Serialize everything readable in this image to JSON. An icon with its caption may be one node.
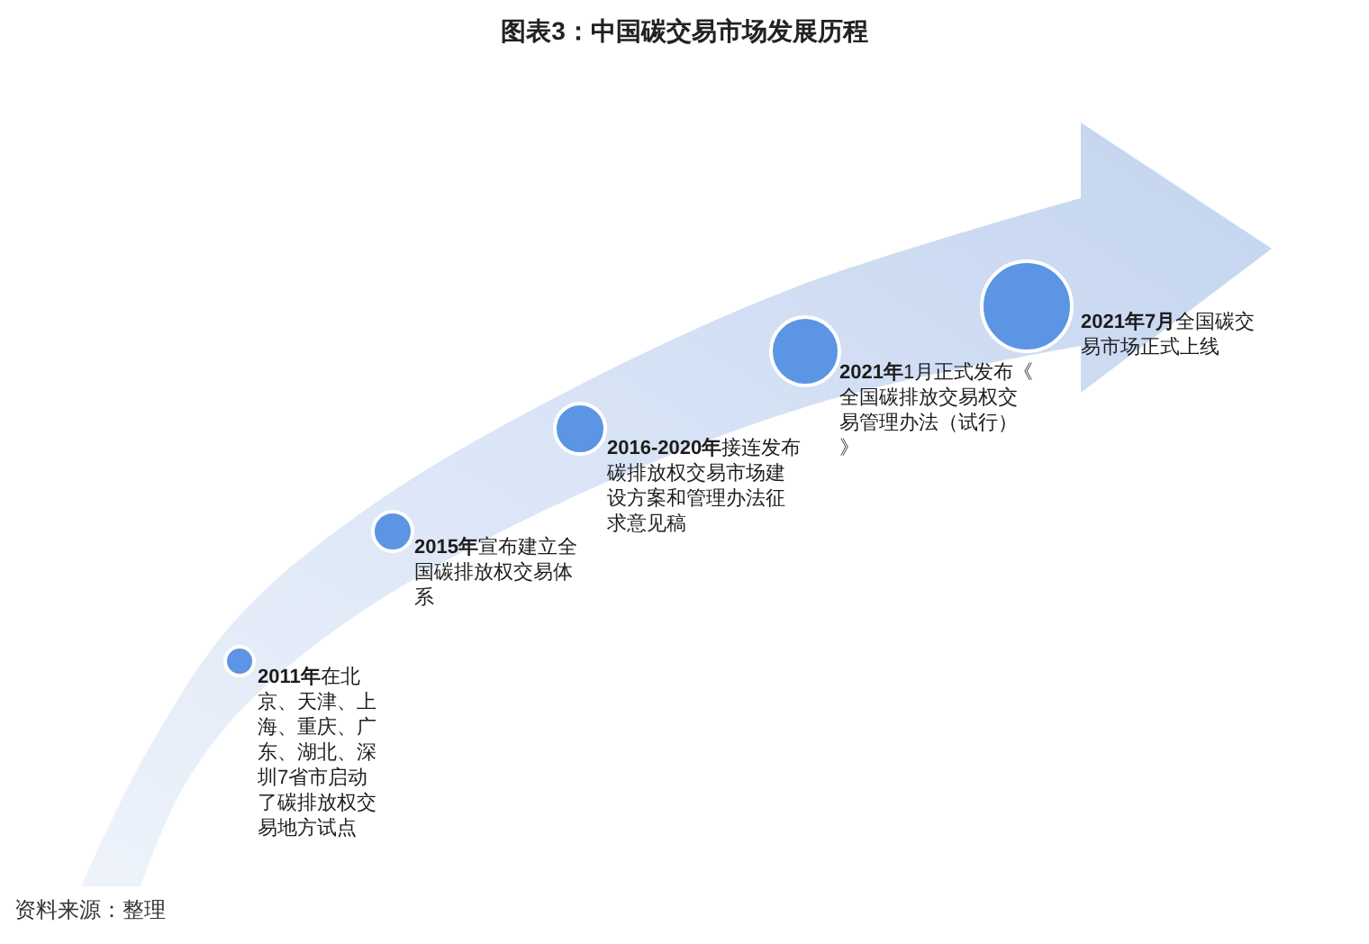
{
  "diagram": {
    "title": "图表3：中国碳交易市场发展历程",
    "nodes": [
      {
        "text": [],
        "shape": "circle",
        "beside": [
          "**2011年**在北京、天津、上海、重庆、广东、湖北、深圳7省市启动了碳排放权交易地方试点"
        ]
      },
      {
        "text": [],
        "shape": "circle",
        "beside": [
          "**2015年**宣布建立全国碳排放权交易体系"
        ]
      },
      {
        "text": [],
        "shape": "circle",
        "beside": [
          "**2016-2020年**接连发布碳排放权交易市场建设方案和管理办法征求意见稿"
        ]
      },
      {
        "text": [],
        "shape": "circle",
        "beside": [
          "**2021年**1月正式发布《全国碳排放交易权交易管理办法（试行）》"
        ]
      },
      {
        "text": [],
        "shape": "circle",
        "beside": [
          "**2021年7月**全国碳交易市场正式上线"
        ]
      }
    ],
    "caption": "资料来源：整理"
  }
}
